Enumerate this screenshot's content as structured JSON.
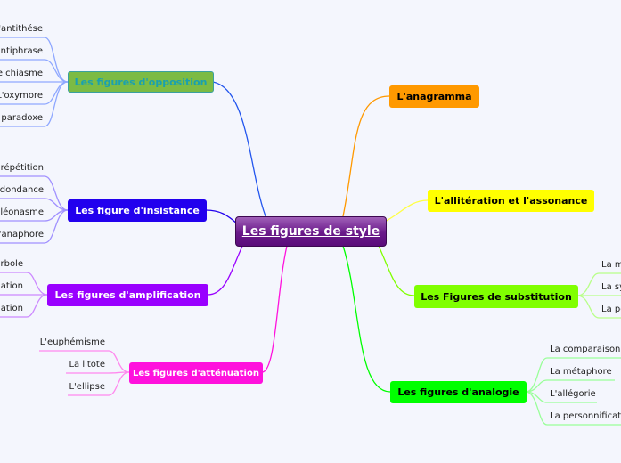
{
  "center": {
    "label": "Les figures de style",
    "color": "#6a1a8a"
  },
  "branches": [
    {
      "label": "Les figures d'opposition",
      "color": "#7cbb44",
      "text_color": "#1aa0b0",
      "leaves": [
        "'antithése",
        "antiphrase",
        "e chiasme",
        "L'oxymore",
        "paradoxe"
      ]
    },
    {
      "label": "Les figure d'insistance",
      "color": "#2200ee",
      "leaves": [
        "répétition",
        "edondance",
        "léonasme",
        "'anaphore"
      ]
    },
    {
      "label": "Les figures d'amplification",
      "color": "#9900ff",
      "leaves": [
        "erbole",
        "iation",
        "lation"
      ]
    },
    {
      "label": "Les figures d'atténuation",
      "color": "#ff11dd",
      "leaves": [
        "L'euphémisme",
        "La litote",
        "L'ellipse"
      ]
    },
    {
      "label": "L'anagramma",
      "color": "#ff9900"
    },
    {
      "label": "L'allitération et l'assonance",
      "color": "#ffff00"
    },
    {
      "label": "Les Figures de substitution",
      "color": "#80ff00",
      "leaves": [
        "La m",
        "La sy",
        "La pe"
      ]
    },
    {
      "label": "Les figures d'analogie",
      "color": "#00ff00",
      "leaves": [
        "La comparaison",
        "La métaphore",
        "L'allégorie",
        "La personnification"
      ]
    }
  ]
}
